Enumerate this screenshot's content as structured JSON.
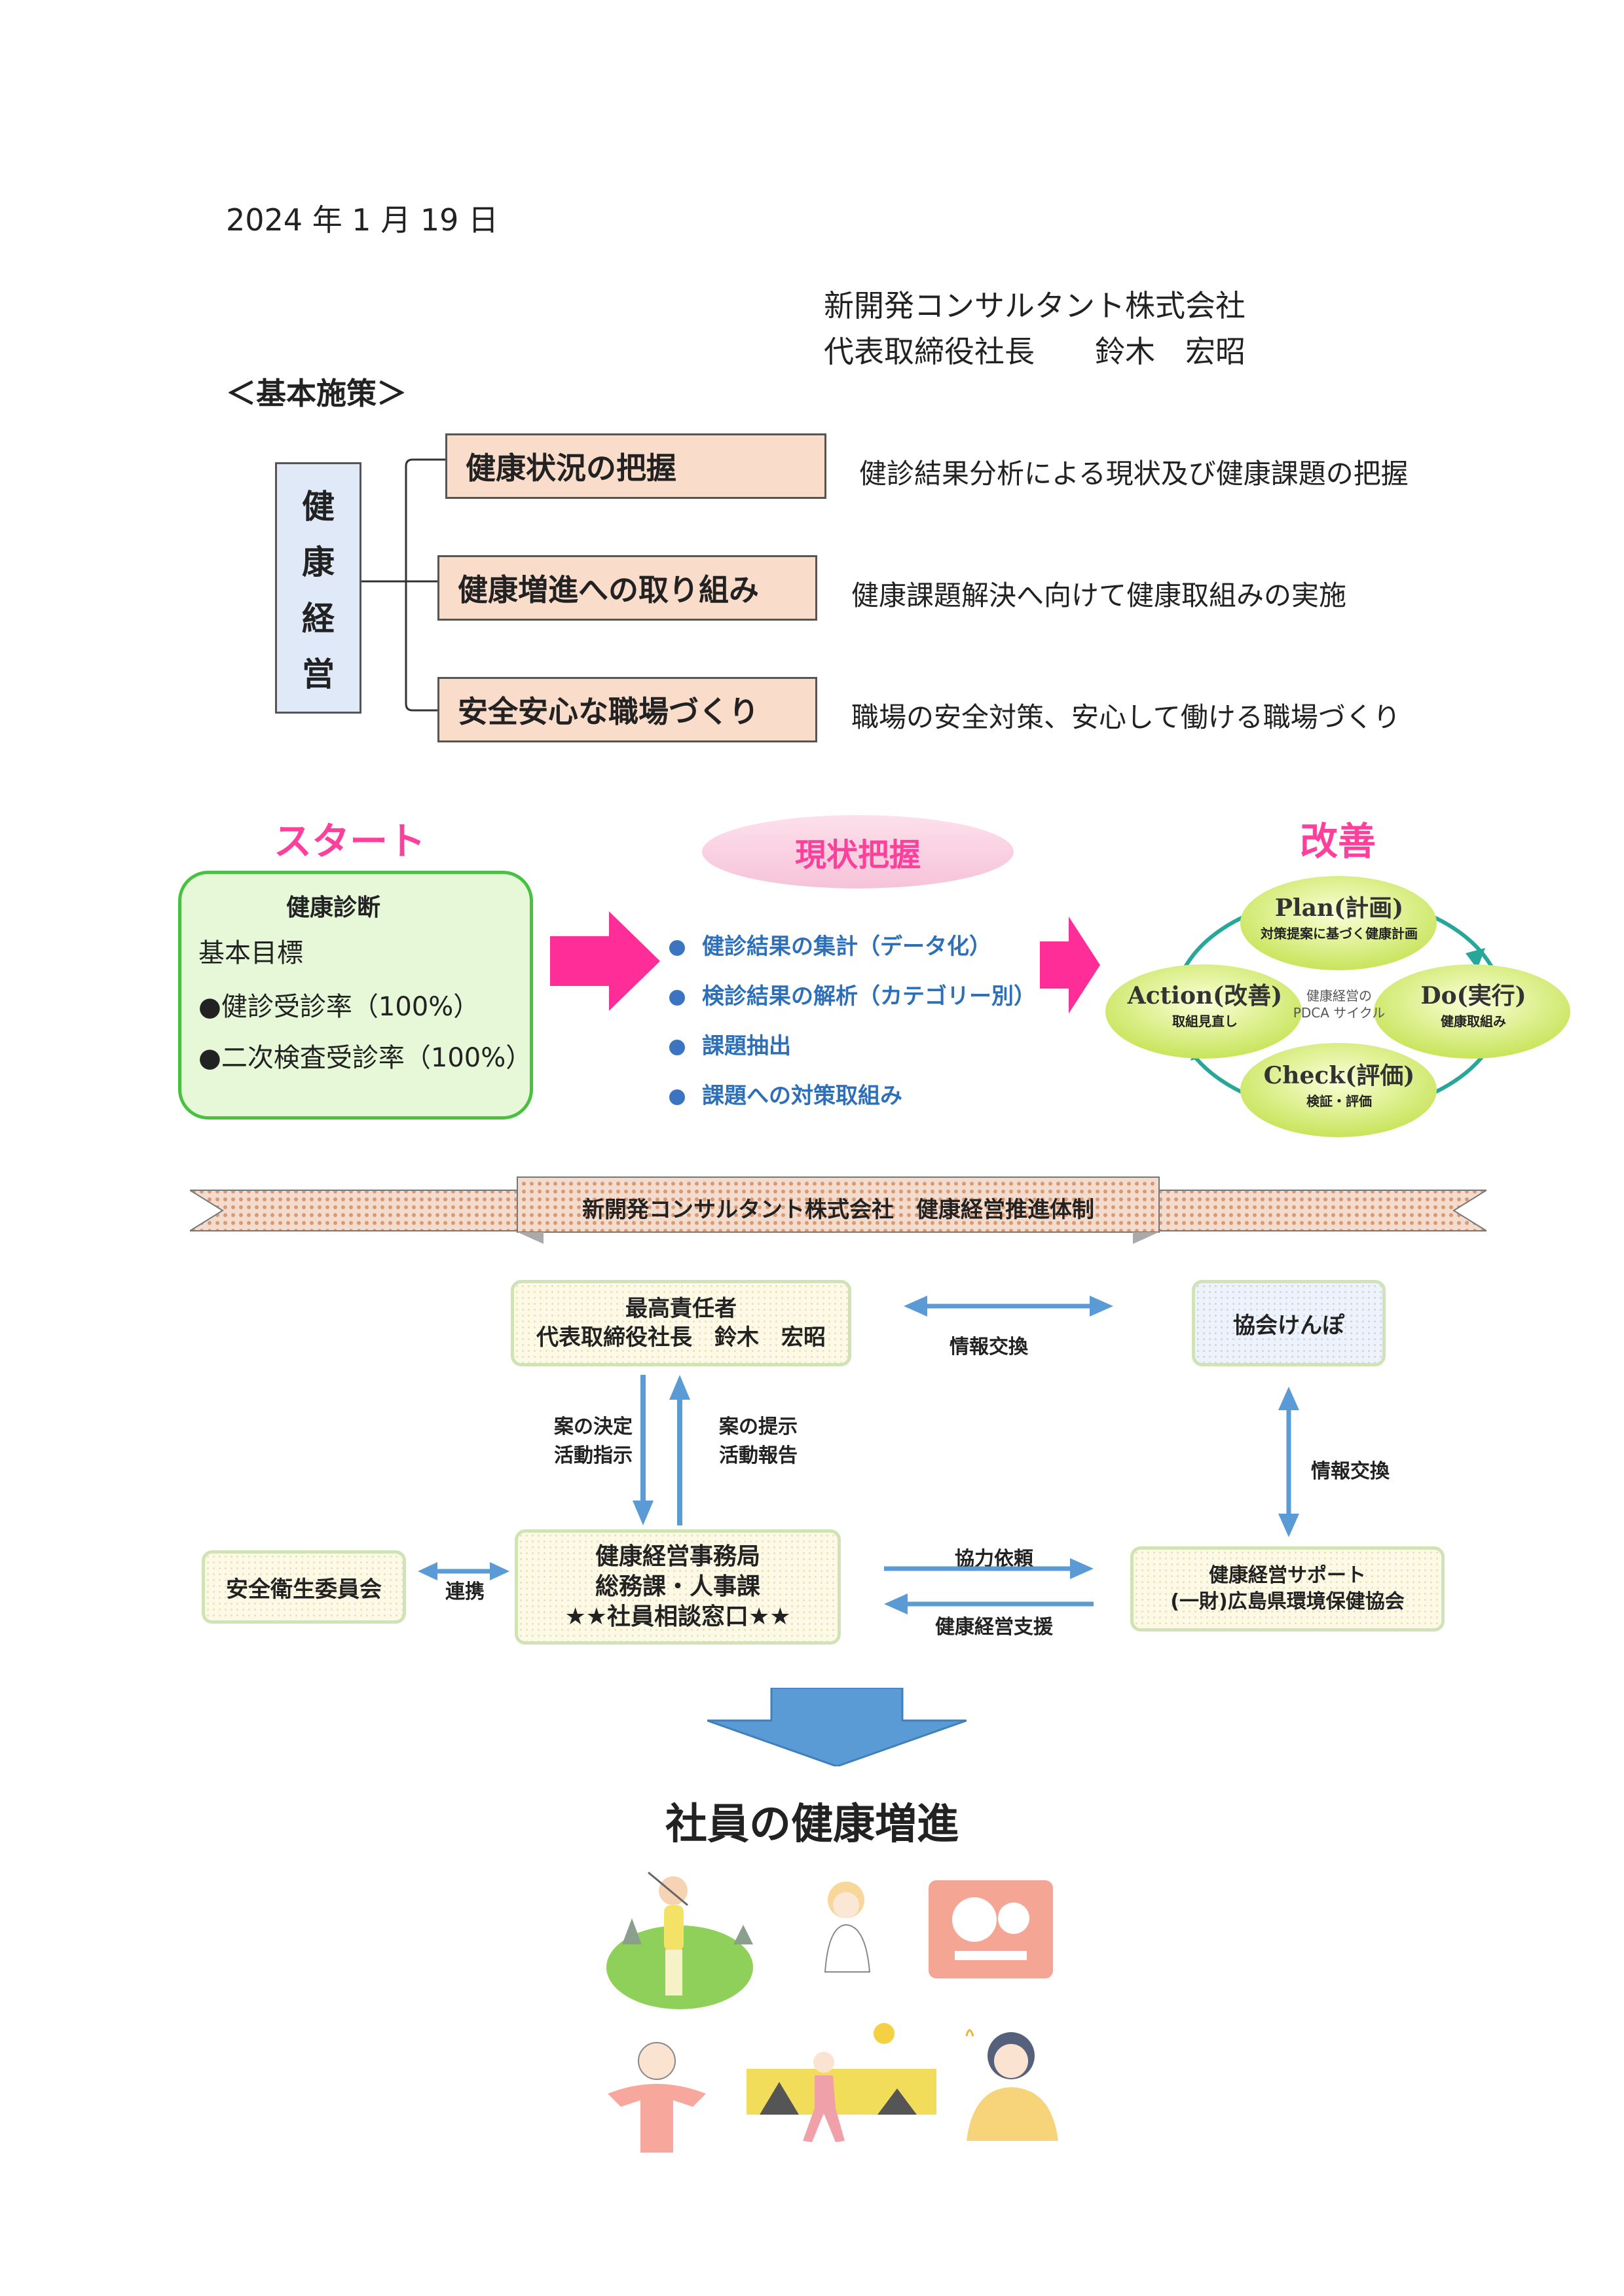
{
  "header": {
    "date": "2024 年 1 月 19 日",
    "company": "新開発コンサルタント株式会社",
    "representative": "代表取締役社長　　鈴木　宏昭"
  },
  "policy": {
    "heading": "＜基本施策＞",
    "vertical_chars": [
      "健",
      "康",
      "経",
      "営"
    ],
    "items": [
      {
        "title": "健康状況の把握",
        "desc": "健診結果分析による現状及び健康課題の把握"
      },
      {
        "title": "健康増進への取り組み",
        "desc": "健康課題解決へ向けて健康取組みの実施"
      },
      {
        "title": "安全安心な職場づくり",
        "desc": "職場の安全対策、安心して働ける職場づくり"
      }
    ]
  },
  "flow": {
    "start_title": "スタート",
    "start_box": {
      "heading": "健康診断",
      "subheading": "基本目標",
      "goals": [
        "●健診受診率（100%）",
        "●二次検査受診率（100%）"
      ]
    },
    "status_title": "現状把握",
    "status_items": [
      "健診結果の集計（データ化）",
      "検診結果の解析（カテゴリー別）",
      "課題抽出",
      "課題への対策取組み"
    ],
    "improve_title": "改善",
    "pdca": {
      "center": [
        "健康経営の",
        "PDCA サイクル"
      ],
      "plan": {
        "title": "Plan(計画)",
        "sub": "対策提案に基づく健康計画"
      },
      "do": {
        "title": "Do(実行)",
        "sub": "健康取組み"
      },
      "check": {
        "title": "Check(評価)",
        "sub": "検証・評価"
      },
      "action": {
        "title": "Action(改善)",
        "sub": "取組見直し"
      }
    }
  },
  "system": {
    "banner": "新開発コンサルタント株式会社　健康経営推進体制",
    "top_box": [
      "最高責任者",
      "代表取締役社長　鈴木　宏昭"
    ],
    "kyokai": "協会けんぽ",
    "info_exchange_1": "情報交換",
    "down_label": [
      "案の決定",
      "活動指示"
    ],
    "up_label": [
      "案の提示",
      "活動報告"
    ],
    "info_exchange_2": "情報交換",
    "office_box": [
      "健康経営事務局",
      "総務課・人事課",
      "★★社員相談窓口★★"
    ],
    "safety_box": "安全衛生委員会",
    "link_label": "連携",
    "coop_label": "協力依頼",
    "support_label": "健康経営支援",
    "support_box": [
      "健康経営サポート",
      "(一財)広島県環境保健協会"
    ]
  },
  "conclusion": "社員の健康増進",
  "colors": {
    "pink": "#ff3f9c",
    "blue_text": "#2e6fba",
    "arrow_blue": "#5b9bd5",
    "policy_box": "#fadccb",
    "vertical_box": "#dfe9f7"
  }
}
